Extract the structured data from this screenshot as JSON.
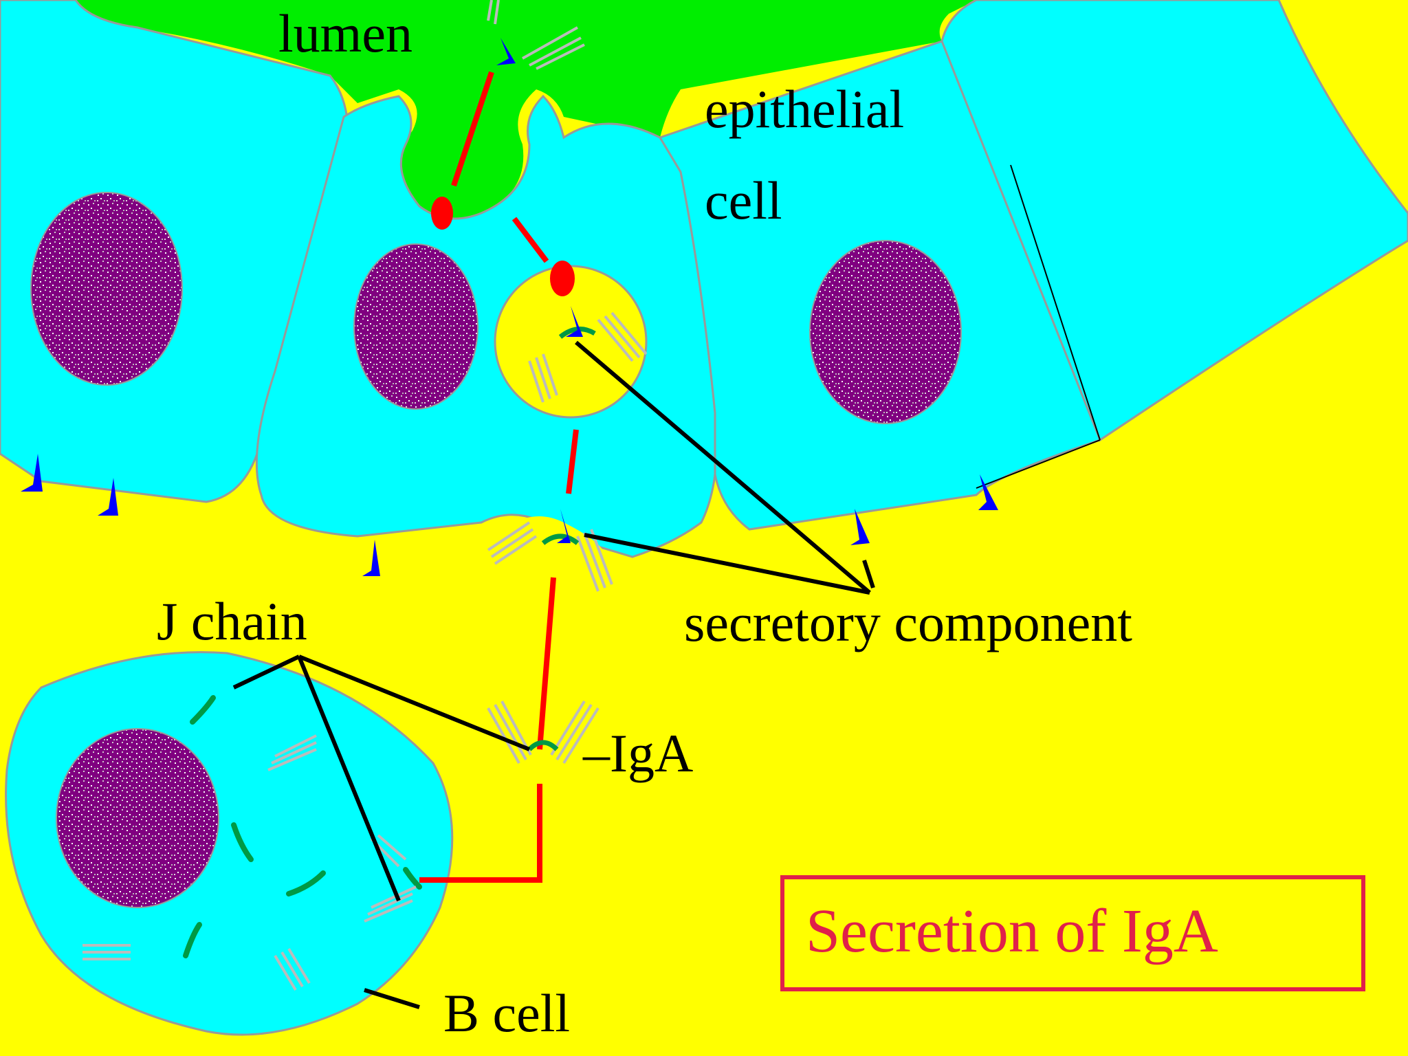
{
  "labels": {
    "lumen": "lumen",
    "epithelial_line1": "epithelial",
    "epithelial_line2": "cell",
    "j_chain": "J chain",
    "secretory_component": "secretory component",
    "iga": "–IgA",
    "b_cell": "B cell"
  },
  "title": "Secretion of IgA",
  "colors": {
    "lumen": "#00ee00",
    "epithelium": "#00ffff",
    "interstitium": "#ffff00",
    "nucleus": "#800080",
    "pathway": "#ff0000",
    "receptor": "#0000ff",
    "j_chain": "#009944",
    "label_line": "#000000",
    "title": "#e0204a"
  }
}
